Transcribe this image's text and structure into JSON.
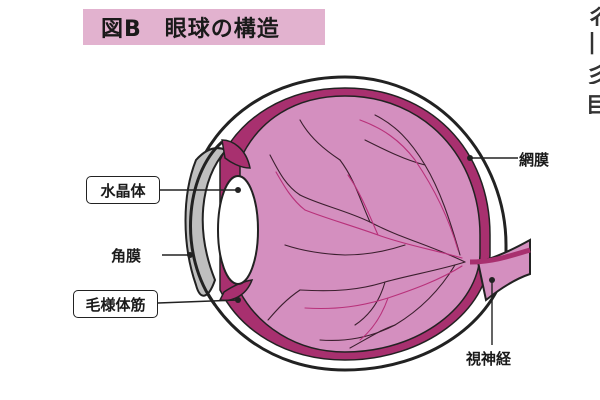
{
  "title": "図B　眼球の構造",
  "labels": {
    "lens": "水晶体",
    "cornea": "角膜",
    "ciliary_body": "毛様体筋",
    "retina": "網膜",
    "optic_nerve": "視神経"
  },
  "colors": {
    "title_bg": "#e2b2cf",
    "eye_fill": "#d48fbf",
    "eye_dark": "#a8306f",
    "outline": "#222222",
    "cornea_gray": "#bfbfbf"
  }
}
